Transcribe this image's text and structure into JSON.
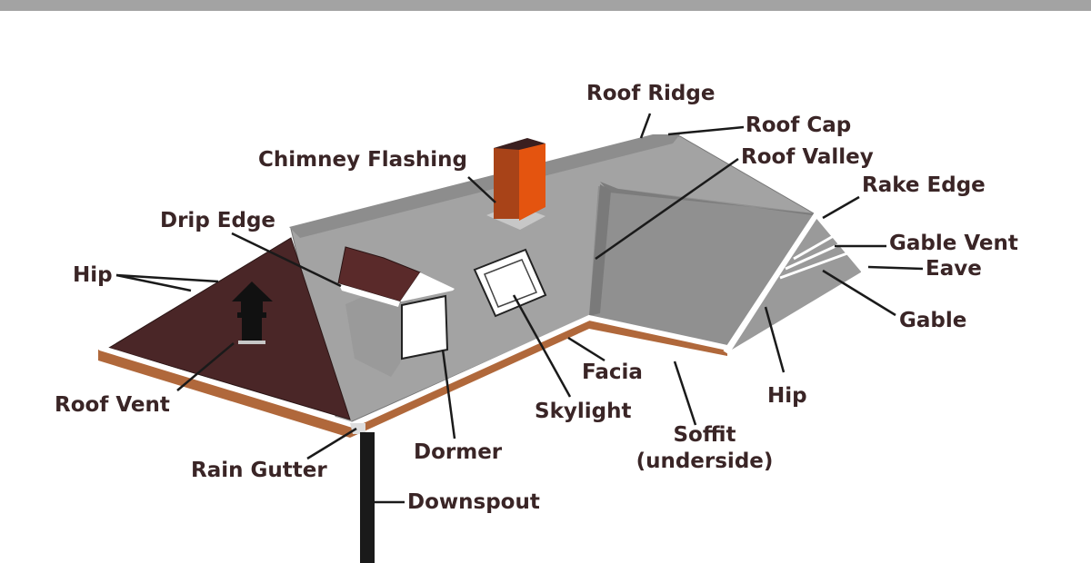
{
  "colors": {
    "top_bar": "#a3a3a3",
    "roof_gray": "#a0a0a0",
    "roof_gray_dark": "#8c8c8c",
    "roof_brown": "#4a2627",
    "chimney_orange": "#e4540f",
    "facia_brown": "#b0683b",
    "label_text": "#3a2526",
    "outline": "#222222",
    "trim_white": "#ffffff"
  },
  "labels": {
    "roof_ridge": "Roof Ridge",
    "roof_cap": "Roof Cap",
    "chimney_flashing": "Chimney Flashing",
    "roof_valley": "Roof Valley",
    "rake_edge": "Rake Edge",
    "drip_edge": "Drip Edge",
    "gable_vent": "Gable Vent",
    "hip_left": "Hip",
    "eave": "Eave",
    "gable": "Gable",
    "facia": "Facia",
    "hip_right": "Hip",
    "roof_vent": "Roof Vent",
    "skylight": "Skylight",
    "soffit_line1": "Soffit",
    "soffit_line2": "(underside)",
    "dormer": "Dormer",
    "rain_gutter": "Rain Gutter",
    "downspout": "Downspout"
  }
}
